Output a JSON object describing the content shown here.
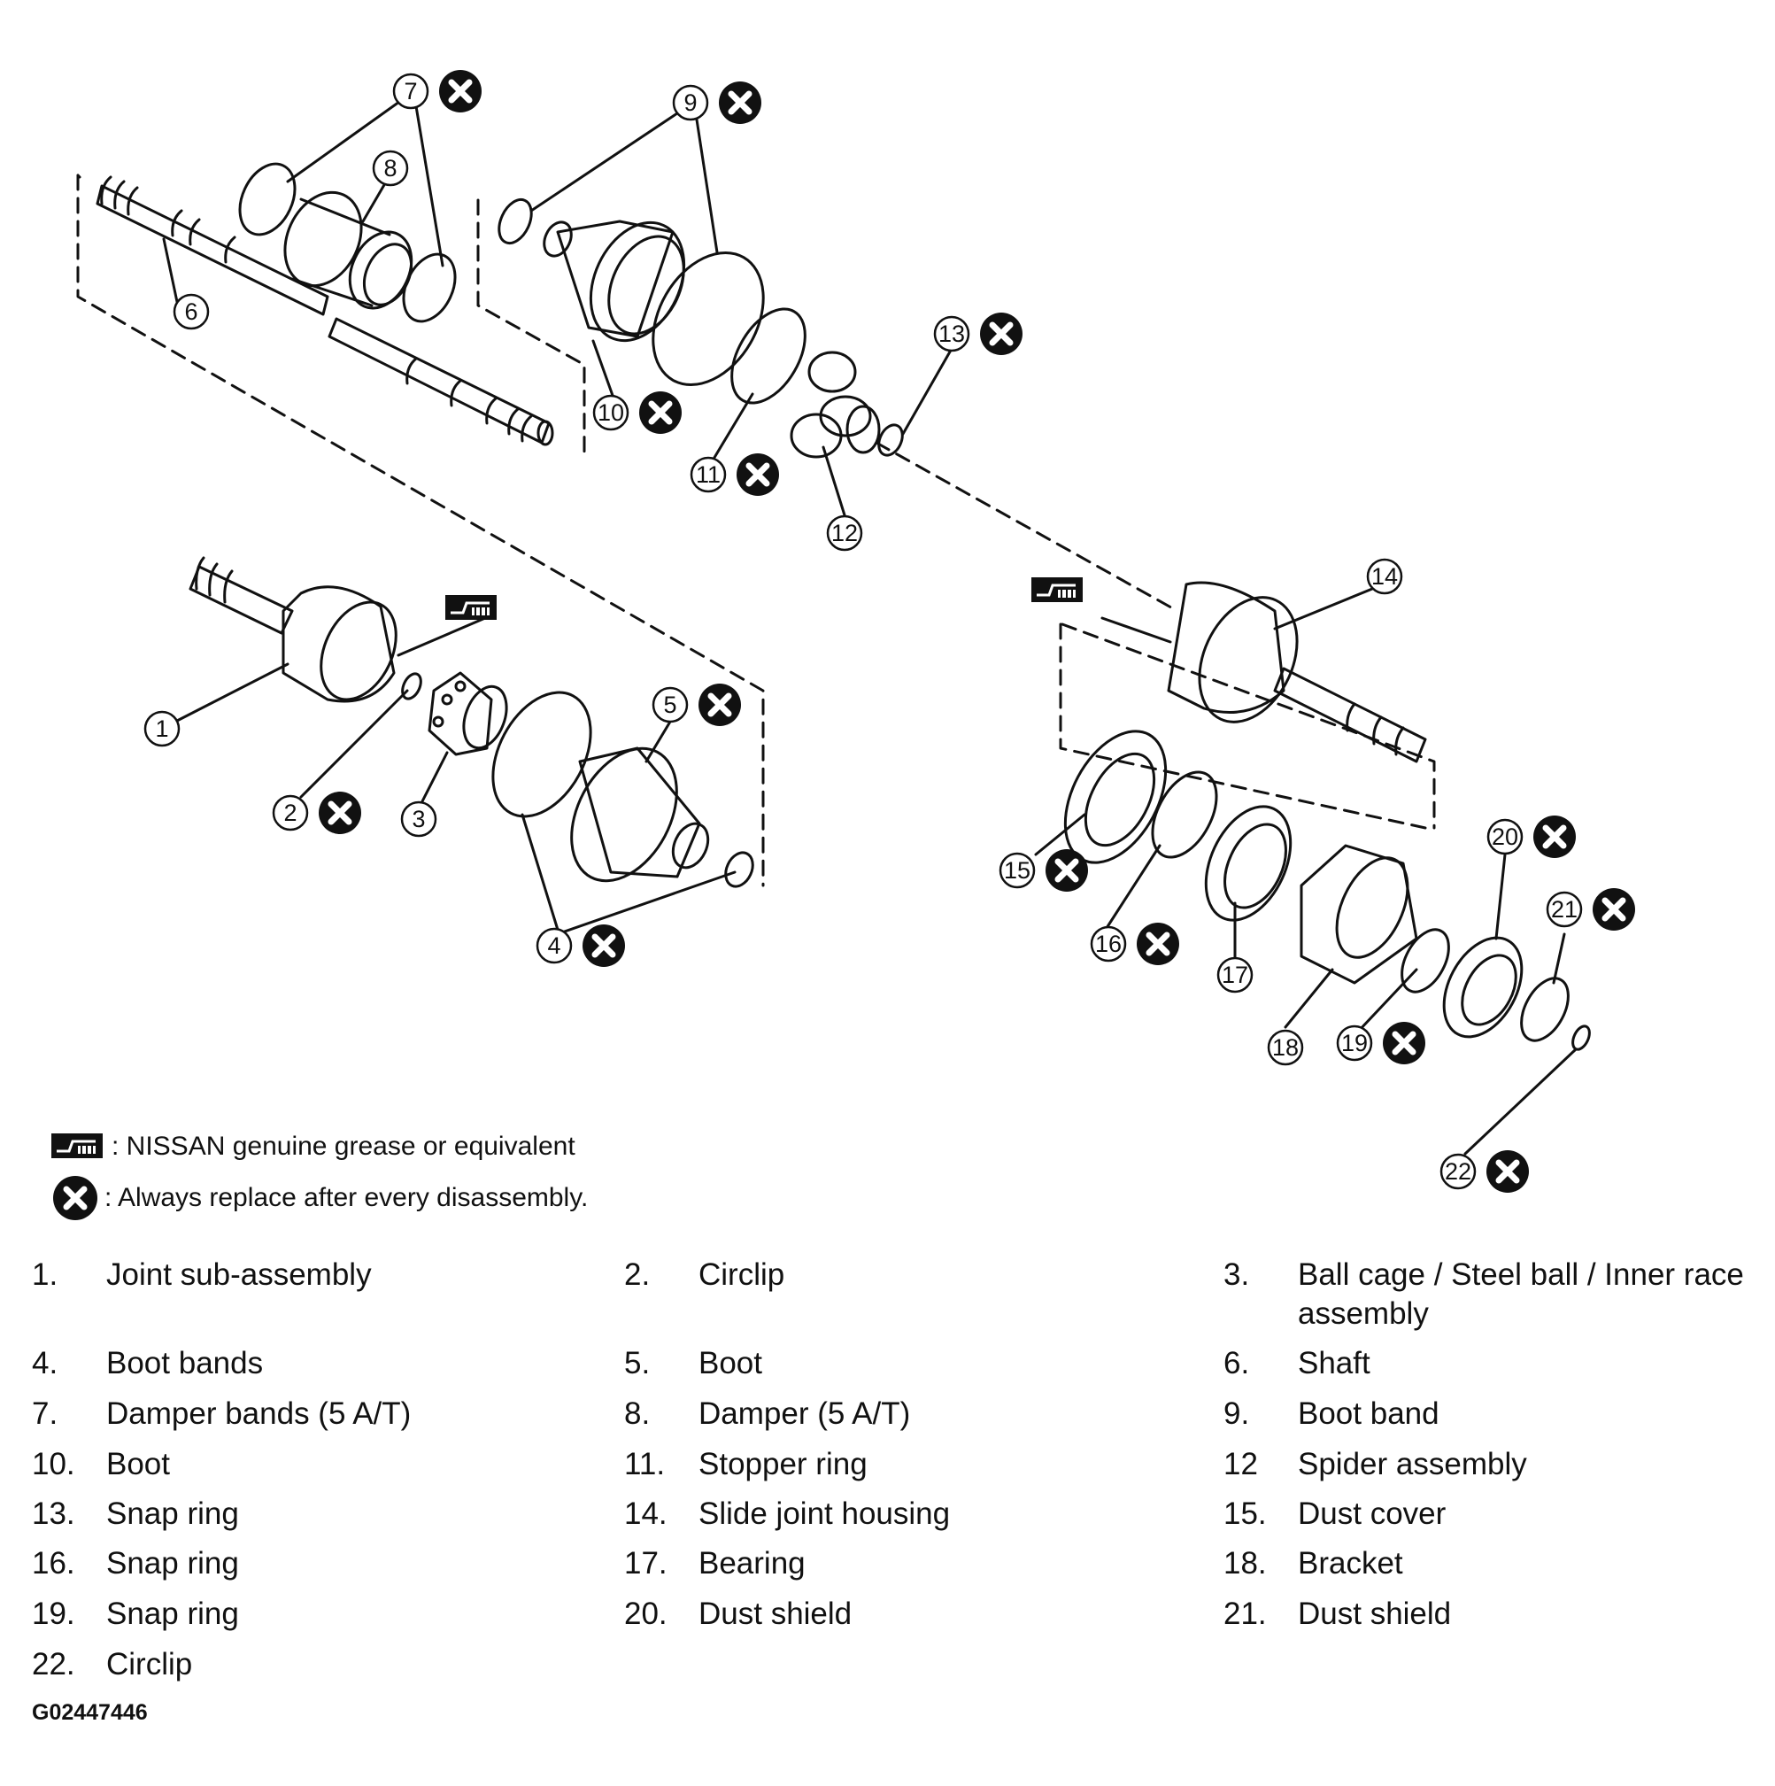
{
  "callouts": [
    {
      "n": "1",
      "replace": false
    },
    {
      "n": "2",
      "replace": true
    },
    {
      "n": "3",
      "replace": false
    },
    {
      "n": "4",
      "replace": true
    },
    {
      "n": "5",
      "replace": true
    },
    {
      "n": "6",
      "replace": false
    },
    {
      "n": "7",
      "replace": true
    },
    {
      "n": "8",
      "replace": false
    },
    {
      "n": "9",
      "replace": true
    },
    {
      "n": "10",
      "replace": true
    },
    {
      "n": "11",
      "replace": true
    },
    {
      "n": "12",
      "replace": false
    },
    {
      "n": "13",
      "replace": true
    },
    {
      "n": "14",
      "replace": false
    },
    {
      "n": "15",
      "replace": true
    },
    {
      "n": "16",
      "replace": true
    },
    {
      "n": "17",
      "replace": false
    },
    {
      "n": "18",
      "replace": false
    },
    {
      "n": "19",
      "replace": true
    },
    {
      "n": "20",
      "replace": true
    },
    {
      "n": "21",
      "replace": true
    },
    {
      "n": "22",
      "replace": true
    }
  ],
  "legend": {
    "grease": ": NISSAN genuine grease or equivalent",
    "replace": ": Always replace after every disassembly."
  },
  "parts": [
    {
      "num": "1.",
      "label": "Joint sub-assembly"
    },
    {
      "num": "2.",
      "label": "Circlip"
    },
    {
      "num": "3.",
      "label": "Ball cage / Steel ball / Inner race assembly"
    },
    {
      "num": "4.",
      "label": "Boot bands"
    },
    {
      "num": "5.",
      "label": "Boot"
    },
    {
      "num": "6.",
      "label": "Shaft"
    },
    {
      "num": "7.",
      "label": "Damper bands (5 A/T)"
    },
    {
      "num": "8.",
      "label": "Damper (5 A/T)"
    },
    {
      "num": "9.",
      "label": "Boot band"
    },
    {
      "num": "10.",
      "label": "Boot"
    },
    {
      "num": "11.",
      "label": "Stopper ring"
    },
    {
      "num": "12",
      "label": "Spider assembly"
    },
    {
      "num": "13.",
      "label": "Snap ring"
    },
    {
      "num": "14.",
      "label": "Slide joint housing"
    },
    {
      "num": "15.",
      "label": "Dust cover"
    },
    {
      "num": "16.",
      "label": "Snap ring"
    },
    {
      "num": "17.",
      "label": "Bearing"
    },
    {
      "num": "18.",
      "label": "Bracket"
    },
    {
      "num": "19.",
      "label": "Snap ring"
    },
    {
      "num": "20.",
      "label": "Dust shield"
    },
    {
      "num": "21.",
      "label": "Dust shield"
    },
    {
      "num": "22.",
      "label": "Circlip"
    }
  ],
  "figure_code": "G02447446"
}
